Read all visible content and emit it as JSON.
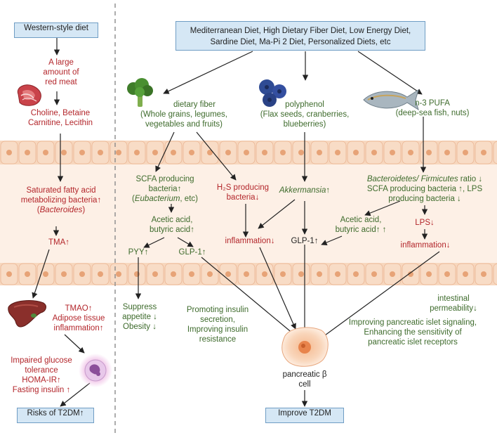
{
  "left": {
    "western_diet": "Western-style diet",
    "red_meat": [
      "A large",
      "amount of",
      "red meat"
    ],
    "nutrients": [
      "Choline, Betaine",
      "Carnitine, Lecithin"
    ],
    "sfa_bacteria": [
      "Saturated fatty acid",
      "metabolizing bacteria↑"
    ],
    "bacteroides": "Bacteroides",
    "tma": "TMA↑",
    "tmao": [
      "TMAO↑",
      "Adipose tissue",
      "inflammation↑"
    ],
    "glucose": [
      "Impaired glucose",
      "tolerance",
      "HOMA-IR↑",
      "Fasting insulin ↑"
    ],
    "risk": "Risks of T2DM↑"
  },
  "top": {
    "diets": [
      "Mediterranean Diet, High Dietary Fiber Diet, Low Energy Diet,",
      "Sardine Diet, Ma-Pi 2 Diet, Personalized Diets, etc"
    ]
  },
  "fiber": {
    "title": [
      "dietary fiber",
      "(Whole grains, legumes,",
      "vegetables and fruits)"
    ],
    "scfa": [
      "SCFA producing",
      "bacteria↑"
    ],
    "eubacterium": "Eubacterium",
    "eubacterium_suffix": ", etc)",
    "acids": [
      "Acetic acid,",
      "butyric acid↑"
    ],
    "pyy": "PYY↑",
    "glp1": "GLP-1↑",
    "appetite": [
      "Suppress",
      "appetite ↓",
      "Obesity ↓"
    ],
    "h2s": [
      "H₂S producing",
      "bacteria↓"
    ],
    "insulin": [
      "Promoting insulin",
      "secretion,",
      "Improving insulin",
      "resistance"
    ]
  },
  "polyphenol": {
    "title": [
      "polyphenol",
      "(Flax seeds, cranberries,",
      "blueberries)"
    ],
    "akk": "Akkermansia↑",
    "inflammation": "inflammation↓",
    "glp1": "GLP-1↑"
  },
  "pufa": {
    "title": [
      "n-3 PUFA",
      "(deep-sea fish, nuts)"
    ],
    "ratio_bact": "Bacteroidetes/ Firmicutes",
    "ratio_suffix": " ratio ↓",
    "ratio_lines": [
      "SCFA producing bacteria ↑, LPS",
      "producing bacteria ↓"
    ],
    "acids": [
      "Acetic acid,",
      "butyric acid↑ ↑"
    ],
    "lps": "LPS↓",
    "inflammation": "inflammation↓",
    "permeability": [
      "intestinal",
      "permeability↓"
    ],
    "islet": [
      "Improving pancreatic islet signaling,",
      "Enhancing the sensitivity of",
      "pancreatic islet receptors"
    ]
  },
  "bottom": {
    "beta_cell": [
      "pancreatic β",
      "cell"
    ],
    "improve": "Improve T2DM"
  },
  "colors": {
    "accent_red": "#b3262b",
    "accent_green": "#3e6b2c",
    "box_fill": "#d5e7f5",
    "box_border": "#6f9dc4",
    "epithelium": "#f8dcc6",
    "cell_nucleus": "#e7a377"
  }
}
